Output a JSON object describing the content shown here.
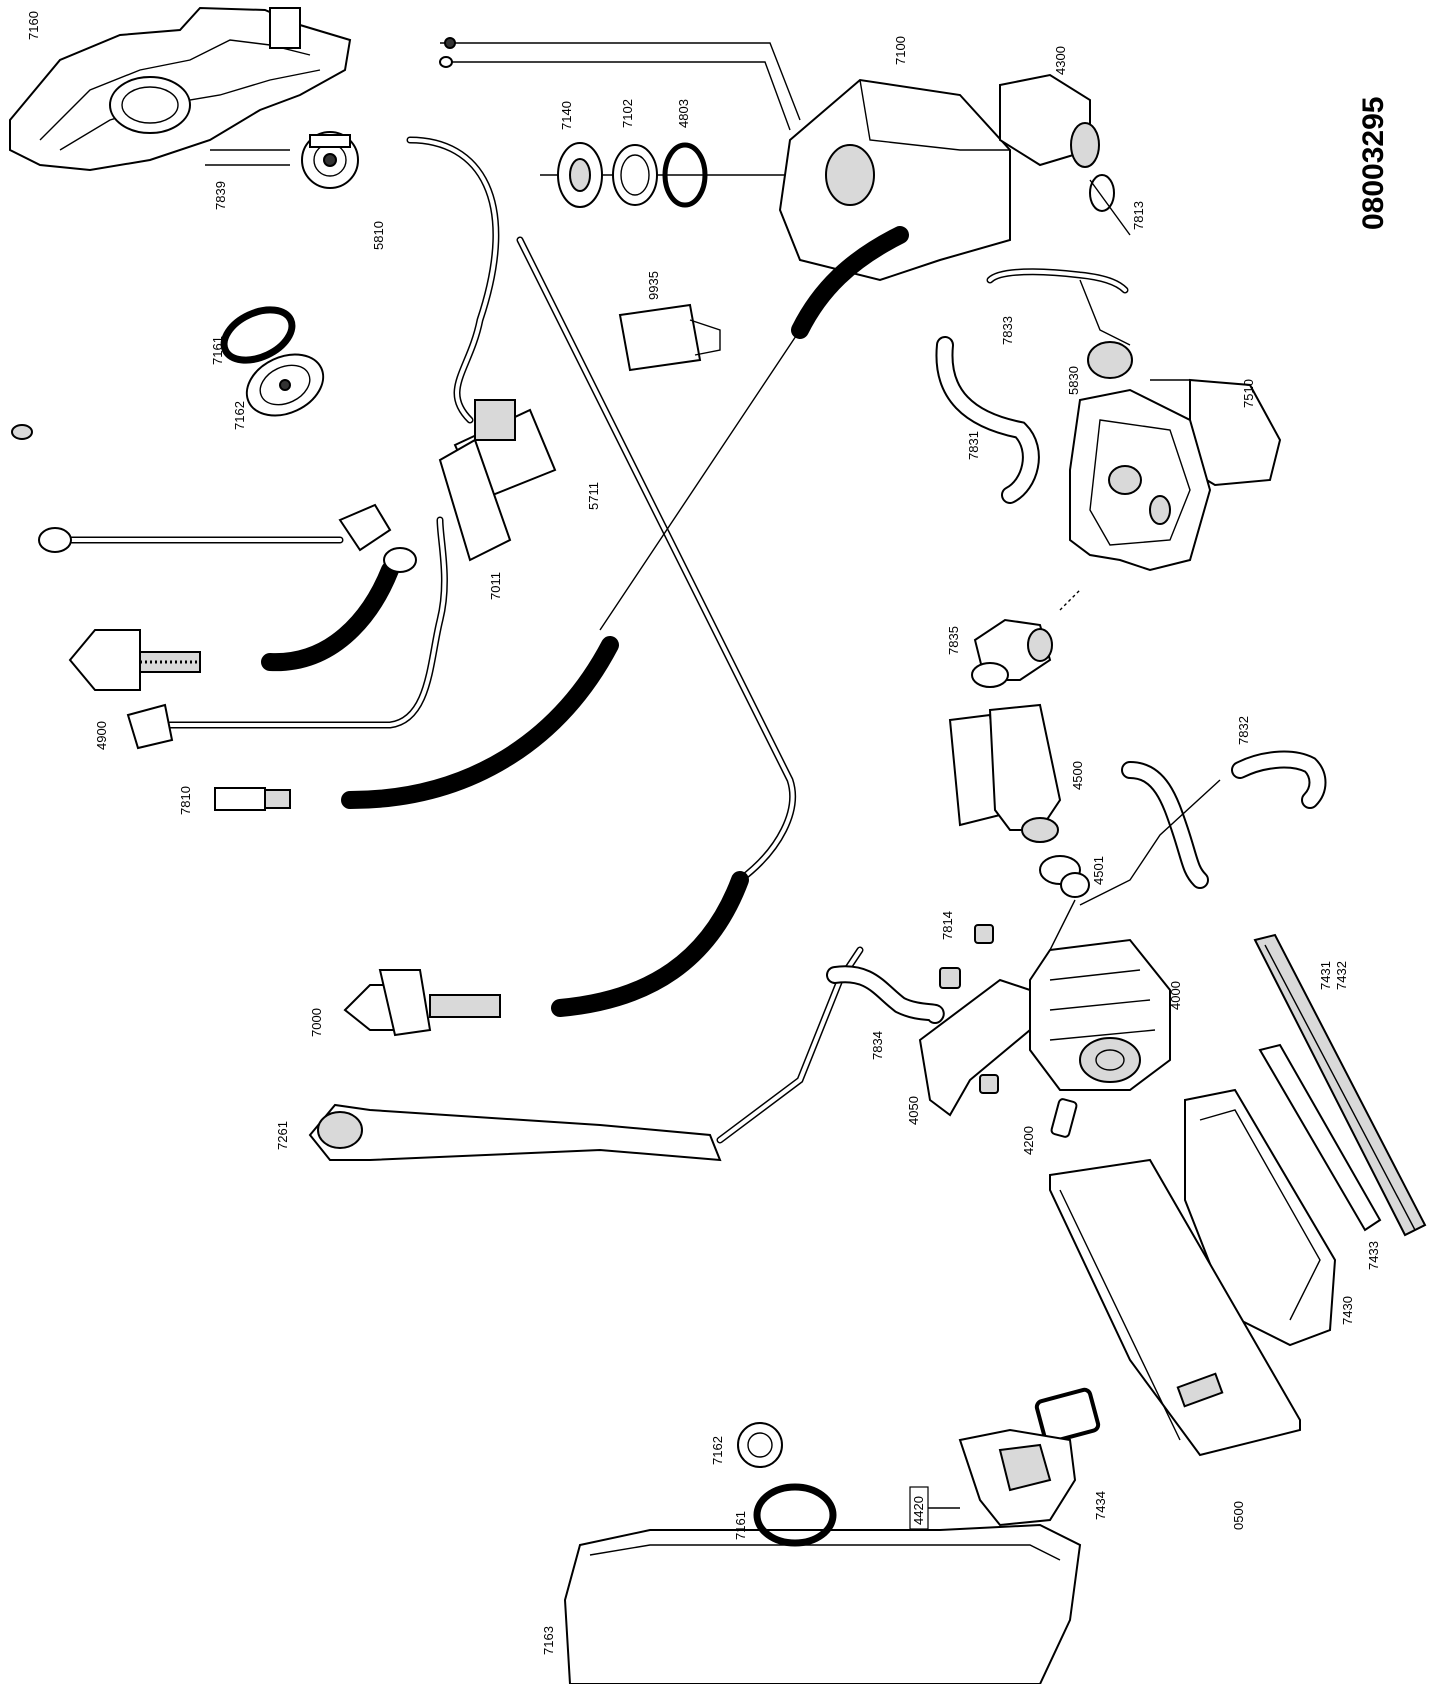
{
  "document_number": "08003295",
  "labels": [
    {
      "id": "7160",
      "text": "7160"
    },
    {
      "id": "7839",
      "text": "7839"
    },
    {
      "id": "5810",
      "text": "5810"
    },
    {
      "id": "7161a",
      "text": "7161"
    },
    {
      "id": "7162a",
      "text": "7162"
    },
    {
      "id": "5711",
      "text": "5711"
    },
    {
      "id": "7011",
      "text": "7011"
    },
    {
      "id": "4900",
      "text": "4900"
    },
    {
      "id": "7810",
      "text": "7810"
    },
    {
      "id": "7140",
      "text": "7140"
    },
    {
      "id": "7102",
      "text": "7102"
    },
    {
      "id": "4803",
      "text": "4803"
    },
    {
      "id": "9935",
      "text": "9935"
    },
    {
      "id": "7100",
      "text": "7100"
    },
    {
      "id": "4300",
      "text": "4300"
    },
    {
      "id": "7813",
      "text": "7813"
    },
    {
      "id": "7833",
      "text": "7833"
    },
    {
      "id": "5830",
      "text": "5830"
    },
    {
      "id": "7510",
      "text": "7510"
    },
    {
      "id": "7831",
      "text": "7831"
    },
    {
      "id": "7835",
      "text": "7835"
    },
    {
      "id": "4500",
      "text": "4500"
    },
    {
      "id": "7832",
      "text": "7832"
    },
    {
      "id": "4501",
      "text": "4501"
    },
    {
      "id": "7814",
      "text": "7814"
    },
    {
      "id": "7834",
      "text": "7834"
    },
    {
      "id": "4000",
      "text": "4000"
    },
    {
      "id": "4050",
      "text": "4050"
    },
    {
      "id": "4200",
      "text": "4200"
    },
    {
      "id": "7431",
      "text": "7431"
    },
    {
      "id": "7432",
      "text": "7432"
    },
    {
      "id": "7433",
      "text": "7433"
    },
    {
      "id": "7430",
      "text": "7430"
    },
    {
      "id": "7000",
      "text": "7000"
    },
    {
      "id": "7261",
      "text": "7261"
    },
    {
      "id": "7162b",
      "text": "7162"
    },
    {
      "id": "7161b",
      "text": "7161"
    },
    {
      "id": "4420",
      "text": "4420"
    },
    {
      "id": "7434",
      "text": "7434"
    },
    {
      "id": "0500",
      "text": "0500"
    },
    {
      "id": "7163",
      "text": "7163"
    }
  ]
}
